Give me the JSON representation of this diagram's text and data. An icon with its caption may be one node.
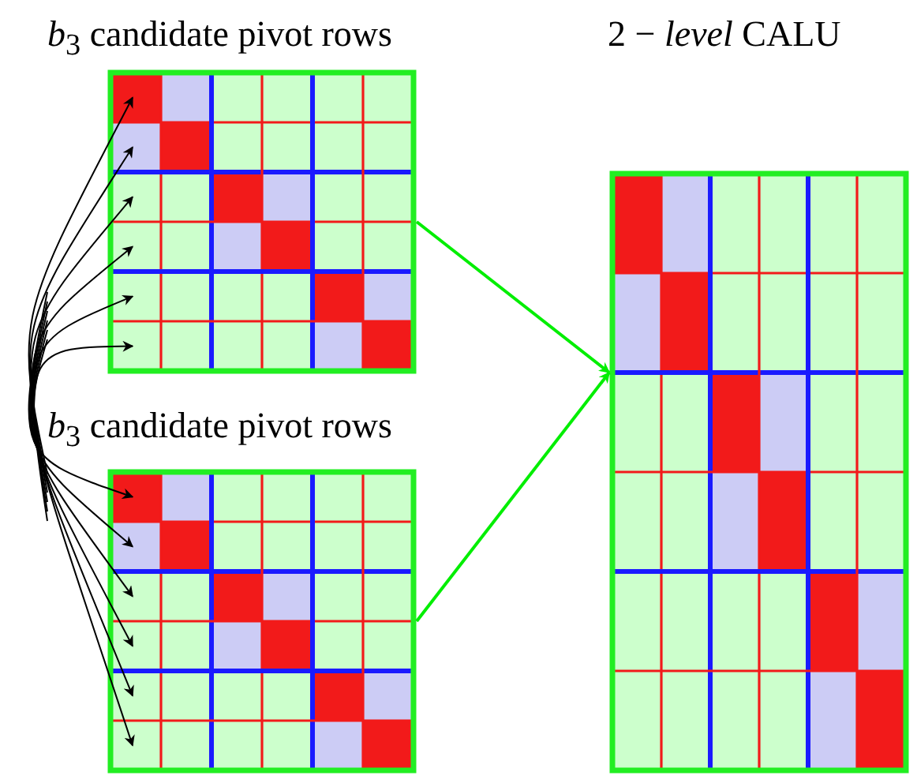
{
  "diagram": {
    "nodes": [
      {
        "text": [
          "*b*$_{3}$ candidate pivot rows"
        ]
      },
      {
        "text": [
          "*b*$_{3}$ candidate pivot rows"
        ]
      },
      {
        "text": [
          "2 − *level* CALU"
        ]
      }
    ],
    "edges": [
      {
        "from": 0,
        "to": 2,
        "arrow": "to",
        "color": "#00ee00"
      },
      {
        "from": 1,
        "to": 2,
        "arrow": "to",
        "color": "#00ee00"
      },
      {
        "from": null,
        "to": 0,
        "arrow": "to"
      },
      {
        "from": null,
        "to": 0,
        "arrow": "to"
      },
      {
        "from": null,
        "to": 0,
        "arrow": "to"
      },
      {
        "from": null,
        "to": 0,
        "arrow": "to"
      },
      {
        "from": null,
        "to": 0,
        "arrow": "to"
      },
      {
        "from": null,
        "to": 0,
        "arrow": "to"
      },
      {
        "from": null,
        "to": 1,
        "arrow": "to"
      },
      {
        "from": null,
        "to": 1,
        "arrow": "to"
      },
      {
        "from": null,
        "to": 1,
        "arrow": "to"
      },
      {
        "from": null,
        "to": 1,
        "arrow": "to"
      },
      {
        "from": null,
        "to": 1,
        "arrow": "to"
      },
      {
        "from": null,
        "to": 1,
        "arrow": "to"
      }
    ]
  }
}
